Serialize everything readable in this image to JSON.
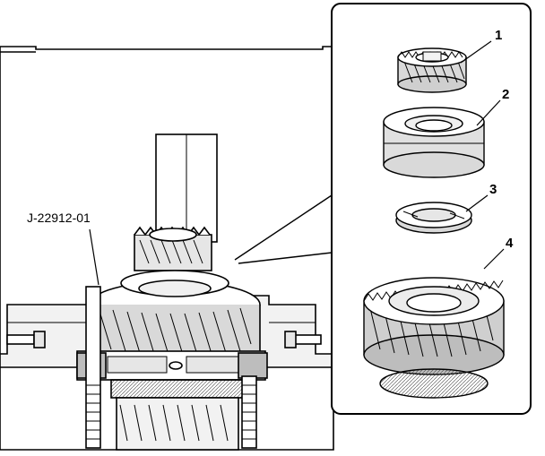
{
  "tool_label": "J-22912-01",
  "callouts": [
    {
      "number": "1"
    },
    {
      "number": "2"
    },
    {
      "number": "3"
    },
    {
      "number": "4"
    }
  ],
  "colors": {
    "line": "#000000",
    "paper": "#ffffff",
    "light": "#e6e6e6",
    "mid": "#bdbdbd",
    "dark": "#7a7a7a"
  }
}
